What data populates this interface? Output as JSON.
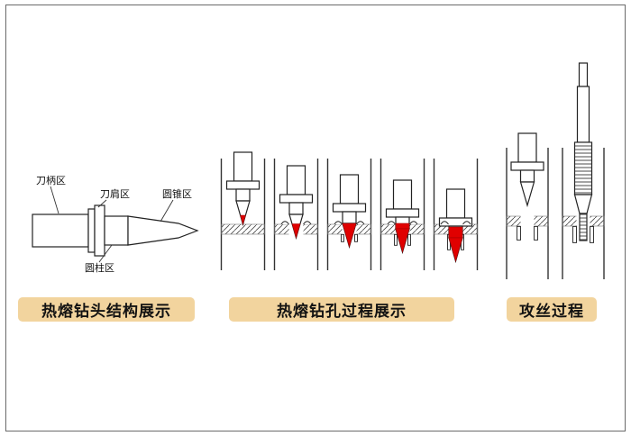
{
  "colors": {
    "heat_red": "#e00000",
    "label_bg": "#f2d49e",
    "outline": "#222222",
    "background": "#ffffff"
  },
  "structure_section": {
    "label": "热熔钻头结构展示",
    "callouts": {
      "shank": "刀柄区",
      "shoulder": "刀肩区",
      "cone": "圆锥区",
      "cylinder": "圆柱区"
    }
  },
  "process_section": {
    "label": "热熔钻孔过程展示",
    "stage_count": 5
  },
  "tapping_section": {
    "label": "攻丝过程"
  }
}
